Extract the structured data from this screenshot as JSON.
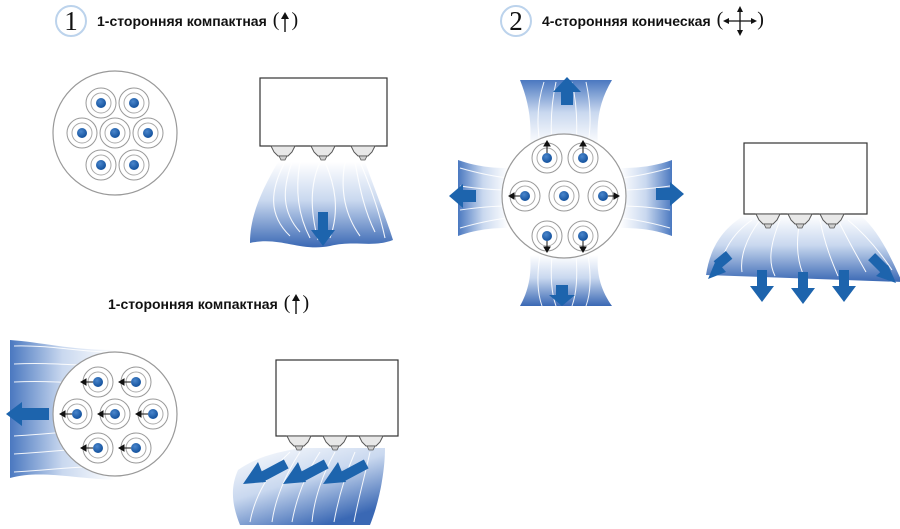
{
  "headers": [
    {
      "number": "1",
      "label": "1-сторонняя компактная",
      "direction": "up-arrow-icon"
    },
    {
      "number": "2",
      "label": "4-сторонняя коническая",
      "direction": "four-way-arrow-icon"
    },
    {
      "number": "",
      "label": "1-сторонняя компактная",
      "direction": "up-arrow-icon"
    }
  ],
  "colors": {
    "spray_light": "#dbe6f5",
    "spray_dark": "#3a68b4",
    "arrow": "#1d64ad",
    "nozzle_dot": "#175aa8",
    "outline": "#222222",
    "number_ring": "#bcd3ec"
  }
}
